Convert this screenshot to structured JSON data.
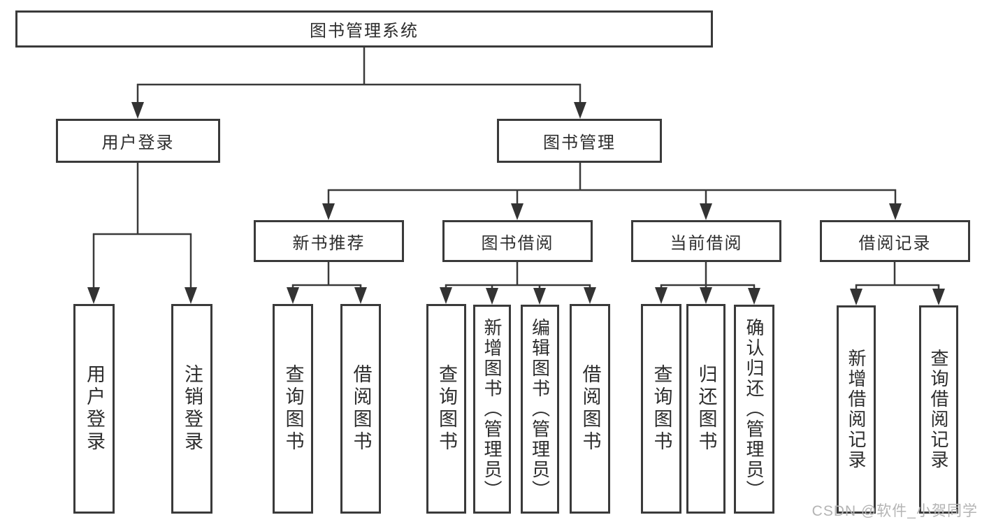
{
  "diagram": {
    "root": {
      "label": "图书管理系统"
    },
    "level2": {
      "user_login": {
        "label": "用户登录"
      },
      "book_mgmt": {
        "label": "图书管理"
      }
    },
    "level3": {
      "new_book_rec": {
        "label": "新书推荐"
      },
      "book_borrow": {
        "label": "图书借阅"
      },
      "current_borrow": {
        "label": "当前借阅"
      },
      "borrow_records": {
        "label": "借阅记录"
      }
    },
    "leaves": {
      "user_login_action": {
        "label": "用户登录"
      },
      "logout": {
        "label": "注销登录"
      },
      "rec_query_books": {
        "label": "查询图书"
      },
      "rec_borrow_books": {
        "label": "借阅图书"
      },
      "borrow_query_books": {
        "label": "查询图书"
      },
      "borrow_add_books": {
        "label": "新增图书（管理员）"
      },
      "borrow_edit_books": {
        "label": "编辑图书（管理员）"
      },
      "borrow_borrow_books": {
        "label": "借阅图书"
      },
      "current_query_books": {
        "label": "查询图书"
      },
      "current_return_books": {
        "label": "归还图书"
      },
      "current_confirm_return": {
        "label": "确认归还（管理员）"
      },
      "records_add_record": {
        "label": "新增借阅记录"
      },
      "records_query_record": {
        "label": "查询借阅记录"
      }
    },
    "line_color": "#3a3a3a"
  },
  "watermark": {
    "text": "CSDN @软件_小贺同学"
  }
}
